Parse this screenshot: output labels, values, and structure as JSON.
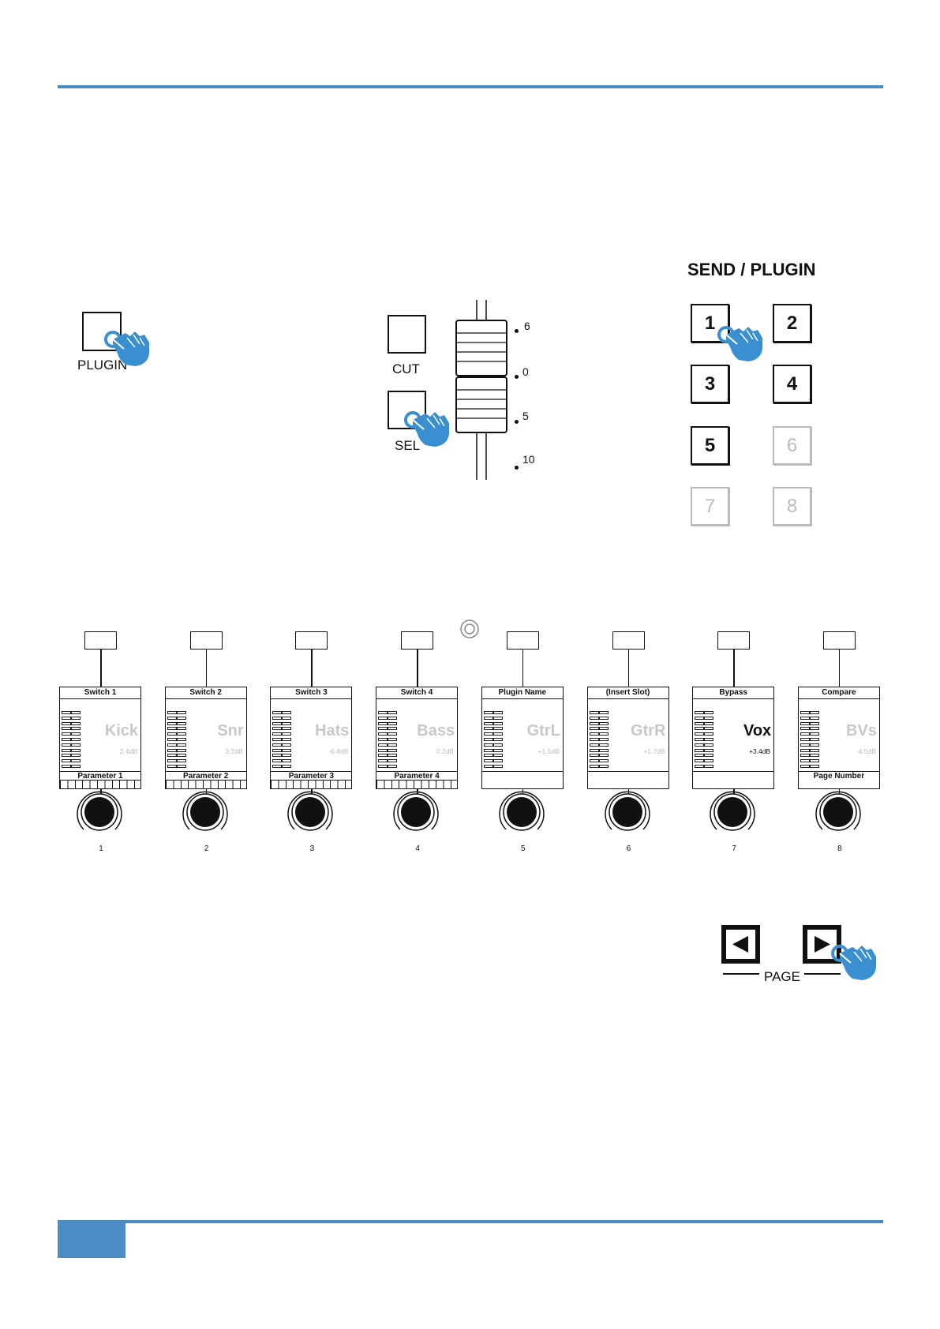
{
  "colors": {
    "accent": "#4a8dc5",
    "hand": "#3a8fd0",
    "dim": "#bbbbbb"
  },
  "plugin_button": {
    "label": "PLUGIN"
  },
  "fader": {
    "cut_label": "CUT",
    "sel_label": "SEL",
    "scale": [
      "6",
      "0",
      "5",
      "10"
    ]
  },
  "send_plugin": {
    "title": "SEND / PLUGIN",
    "buttons": [
      {
        "label": "1",
        "active": true
      },
      {
        "label": "2",
        "active": true
      },
      {
        "label": "3",
        "active": true
      },
      {
        "label": "4",
        "active": true
      },
      {
        "label": "5",
        "active": true
      },
      {
        "label": "6",
        "active": false
      },
      {
        "label": "7",
        "active": false
      },
      {
        "label": "8",
        "active": false
      }
    ]
  },
  "strips": [
    {
      "switch": "Switch 1",
      "name": "Kick",
      "gain": "2.4dB",
      "param": "Parameter 1",
      "knob": "1",
      "highlight": false,
      "scale": true
    },
    {
      "switch": "Switch 2",
      "name": "Snr",
      "gain": "3.2dB",
      "param": "Parameter 2",
      "knob": "2",
      "highlight": false,
      "scale": true
    },
    {
      "switch": "Switch 3",
      "name": "Hats",
      "gain": "-6.8dB",
      "param": "Parameter 3",
      "knob": "3",
      "highlight": false,
      "scale": true
    },
    {
      "switch": "Switch 4",
      "name": "Bass",
      "gain": "0.2dB",
      "param": "Parameter 4",
      "knob": "4",
      "highlight": false,
      "scale": true
    },
    {
      "switch": "Plugin Name",
      "name": "GtrL",
      "gain": "+1.5dB",
      "param": "",
      "knob": "5",
      "highlight": false,
      "scale": false
    },
    {
      "switch": "(Insert Slot)",
      "name": "GtrR",
      "gain": "+1.7dB",
      "param": "",
      "knob": "6",
      "highlight": false,
      "scale": false
    },
    {
      "switch": "Bypass",
      "name": "Vox",
      "gain": "+3.4dB",
      "param": "",
      "knob": "7",
      "highlight": true,
      "scale": false
    },
    {
      "switch": "Compare",
      "name": "BVs",
      "gain": "-4.5dB",
      "param": "Page Number",
      "knob": "8",
      "highlight": false,
      "scale": false
    }
  ],
  "page": {
    "label": "PAGE"
  }
}
